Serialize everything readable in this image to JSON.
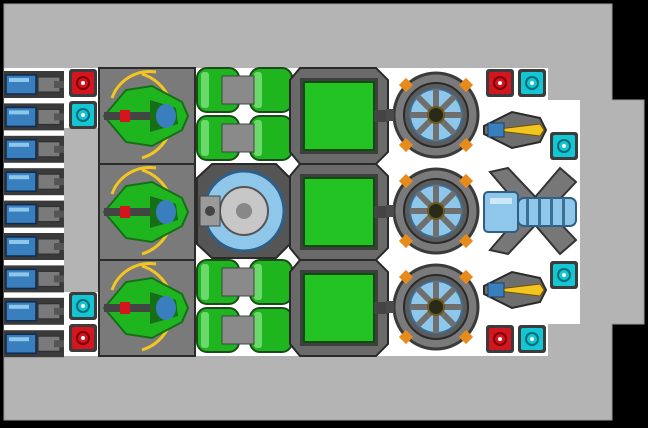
{
  "title": "",
  "colors": {
    "background": "#000000",
    "hull": "#b4b4b4",
    "hull_edge": "#8a8a8a",
    "interior": "#ffffff",
    "panel_dark": "#4a4a4a",
    "panel_mid": "#6e6e6e",
    "panel_light": "#9a9a9a",
    "accent_green": "#1fb51f",
    "bright_green": "#22c322",
    "dark_green": "#166f16",
    "accent_red": "#d4141e",
    "accent_cyan": "#13c6d3",
    "accent_blue": "#3a7fbd",
    "light_blue": "#8fc7ea",
    "accent_yellow": "#f3c521",
    "accent_orange": "#e88a1c"
  },
  "layout": {
    "left_bank": {
      "battery_cells": 9,
      "battery_icon": "battery-cell-icon",
      "top_buttons": [
        "red",
        "cyan"
      ],
      "bottom_buttons": [
        "cyan",
        "red"
      ]
    },
    "fighter_bays": {
      "count": 3,
      "icon": "green-fighter-ship-icon"
    },
    "fuel_tank_columns": {
      "count": 2,
      "icon": "green-fuel-tank-icon"
    },
    "reactor_dome": {
      "icon": "reactor-dome-icon"
    },
    "green_screens": {
      "count": 3,
      "icon": "green-display-panel-icon"
    },
    "gear_modules": {
      "count": 3,
      "icon": "gear-module-icon"
    },
    "right_guns": {
      "top": {
        "icon": "yellow-laser-cannon-icon"
      },
      "center": {
        "icon": "blue-plasma-cannon-icon"
      },
      "bottom": {
        "icon": "yellow-laser-cannon-icon"
      },
      "buttons_top": [
        "red",
        "cyan"
      ],
      "buttons_bottom": [
        "red",
        "cyan"
      ]
    }
  }
}
